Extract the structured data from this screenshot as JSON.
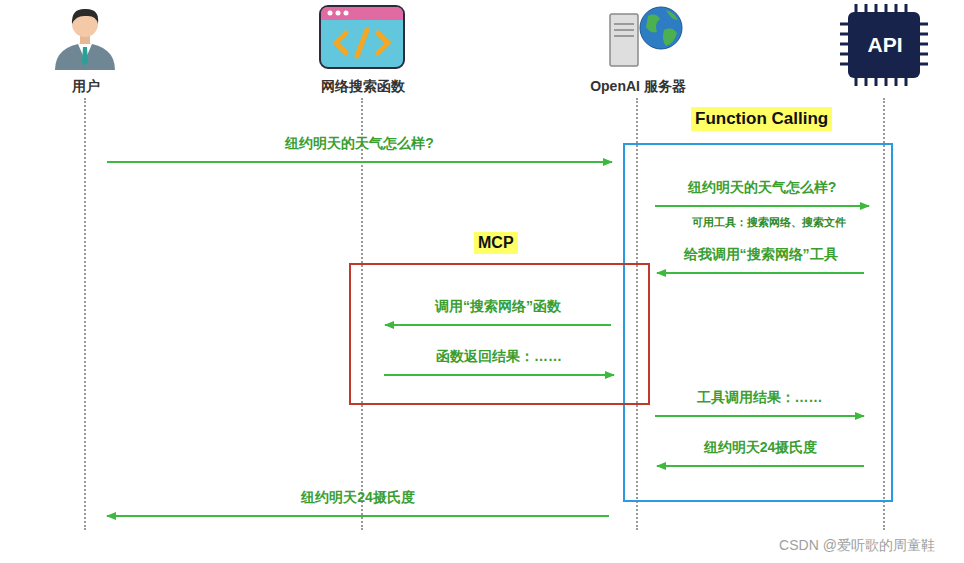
{
  "diagram": {
    "nodes": [
      {
        "text": [
          "用户"
        ]
      },
      {
        "text": [
          "网络搜索函数"
        ]
      },
      {
        "text": [
          "OpenAI 服务器"
        ]
      },
      {
        "text": [
          "API"
        ]
      },
      {
        "text": [
          "Function Calling"
        ]
      },
      {
        "text": [
          "MCP"
        ]
      }
    ],
    "edges": [
      {
        "from": 0,
        "to": 2,
        "label": "纽约明天的天气怎么样?",
        "arrow": "to"
      },
      {
        "from": 2,
        "to": 3,
        "label": "纽约明天的天气怎么样?",
        "arrow": "to"
      },
      {
        "from": 3,
        "to": 2,
        "label": "给我调用“搜索网络”工具",
        "arrow": "to"
      },
      {
        "from": 2,
        "to": 1,
        "label": "调用“搜索网络”函数",
        "arrow": "to"
      },
      {
        "from": 1,
        "to": 2,
        "label": "函数返回结果：……",
        "arrow": "to"
      },
      {
        "from": 2,
        "to": 3,
        "label": "工具调用结果：……",
        "arrow": "to"
      },
      {
        "from": 3,
        "to": 2,
        "label": "纽约明天24摄氏度",
        "arrow": "to"
      },
      {
        "from": 2,
        "to": 0,
        "label": "纽约明天24摄氏度",
        "arrow": "to"
      }
    ],
    "labels": [
      "可用工具：搜索网络、搜索文件",
      "CSDN @爱听歌的周童鞋"
    ]
  }
}
